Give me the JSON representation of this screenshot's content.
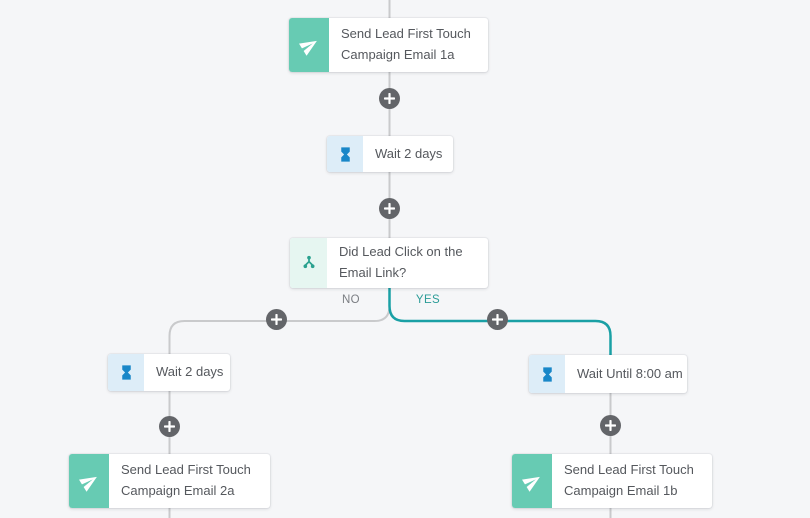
{
  "colors": {
    "background": "#f5f6f8",
    "card_bg": "#ffffff",
    "line_gray": "#c9cacc",
    "line_teal": "#1aa0a5",
    "plus_bg": "#636569",
    "send_icon_bg": "#67cbb3",
    "send_icon_fg": "#ffffff",
    "wait_icon_bg": "#ddedf8",
    "wait_icon_fg": "#1987c8",
    "branch_icon_bg": "#e6f6f1",
    "branch_icon_fg": "#2aa18f",
    "text": "#55585d",
    "no_label_color": "#7b7e83",
    "yes_label_color": "#2b9c97"
  },
  "nodes": {
    "email_1a": {
      "label": "Send Lead First Touch Campaign Email 1a",
      "icon": "paper-plane-icon",
      "type": "send-email"
    },
    "wait_top": {
      "label": "Wait 2 days",
      "icon": "hourglass-icon",
      "type": "wait"
    },
    "decision": {
      "label": "Did Lead Click on the Email Link?",
      "icon": "branch-icon",
      "type": "decision"
    },
    "wait_no": {
      "label": "Wait 2 days",
      "icon": "hourglass-icon",
      "type": "wait"
    },
    "wait_yes": {
      "label": "Wait Until 8:00 am",
      "icon": "hourglass-icon",
      "type": "wait"
    },
    "email_2a": {
      "label": "Send Lead First Touch Campaign Email 2a",
      "icon": "paper-plane-icon",
      "type": "send-email"
    },
    "email_1b": {
      "label": "Send Lead First Touch Campaign Email 1b",
      "icon": "paper-plane-icon",
      "type": "send-email"
    }
  },
  "branch": {
    "no_label": "NO",
    "yes_label": "YES"
  },
  "add_step_button": {
    "icon": "plus-icon",
    "count": 6
  }
}
